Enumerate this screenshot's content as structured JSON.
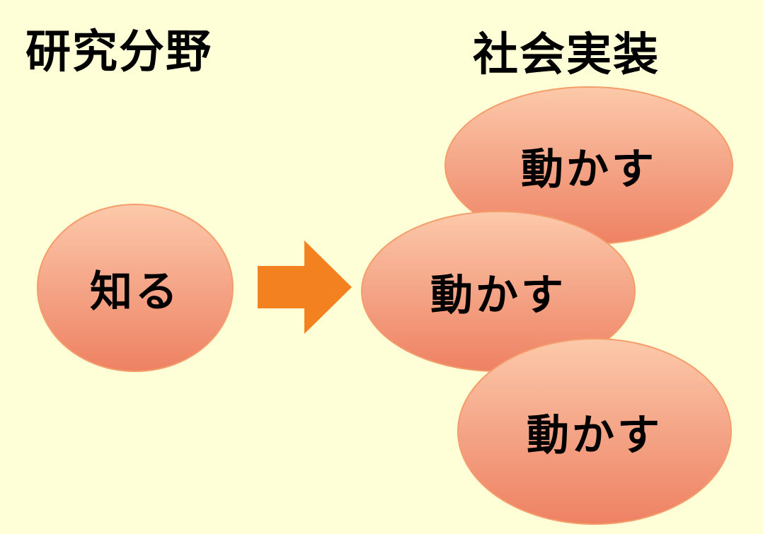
{
  "page": {
    "background_color": "#FFFFD7"
  },
  "headings": {
    "left": "研究分野",
    "right": "社会実装"
  },
  "source": {
    "label": "知る"
  },
  "arrow": {
    "color": "#F4811F",
    "direction": "right"
  },
  "targets": [
    {
      "label": "動かす"
    },
    {
      "label": "動かす"
    },
    {
      "label": "動かす"
    }
  ],
  "colors": {
    "ellipse_fill_top": "#FCC9AA",
    "ellipse_fill_bottom": "#EE8263",
    "ellipse_border": "#F59C6B",
    "text": "#000000"
  }
}
